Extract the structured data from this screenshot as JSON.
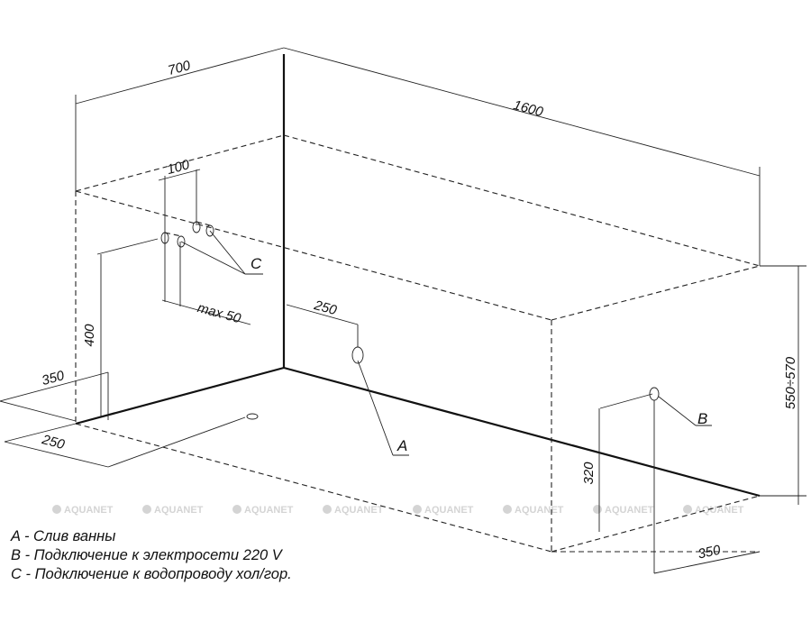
{
  "dimensions": {
    "width": "700",
    "length": "1600",
    "pipe_spacing": "100",
    "max_offset": "max 50",
    "drain_offset": "250",
    "pipe_height": "400",
    "side_offset": "350",
    "front_offset": "250",
    "height_range": "550÷570",
    "outlet_height": "320",
    "outlet_offset": "350"
  },
  "markers": {
    "a": "A",
    "b": "B",
    "c": "C"
  },
  "watermark": "AQUANET",
  "legend": [
    "A - Слив ванны",
    "B - Подключение к электросети 220 V",
    "C - Подключение к водопроводу хол/гор."
  ]
}
